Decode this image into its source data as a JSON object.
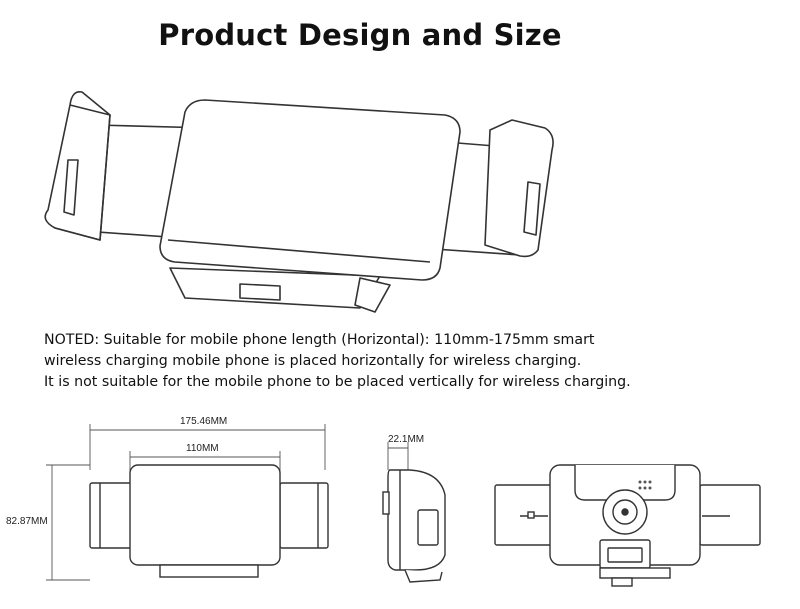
{
  "title": "Product Design and Size",
  "note": {
    "line1": "NOTED: Suitable for mobile phone length (Horizontal): 110mm-175mm smart",
    "line2": "wireless charging mobile phone is placed horizontally for wireless charging.",
    "line3": "It is not suitable for the mobile phone to be placed vertically for wireless charging."
  },
  "dimensions": {
    "overall_width": "175.46MM",
    "inner_width": "110MM",
    "height": "82.87MM",
    "depth": "22.1MM"
  }
}
